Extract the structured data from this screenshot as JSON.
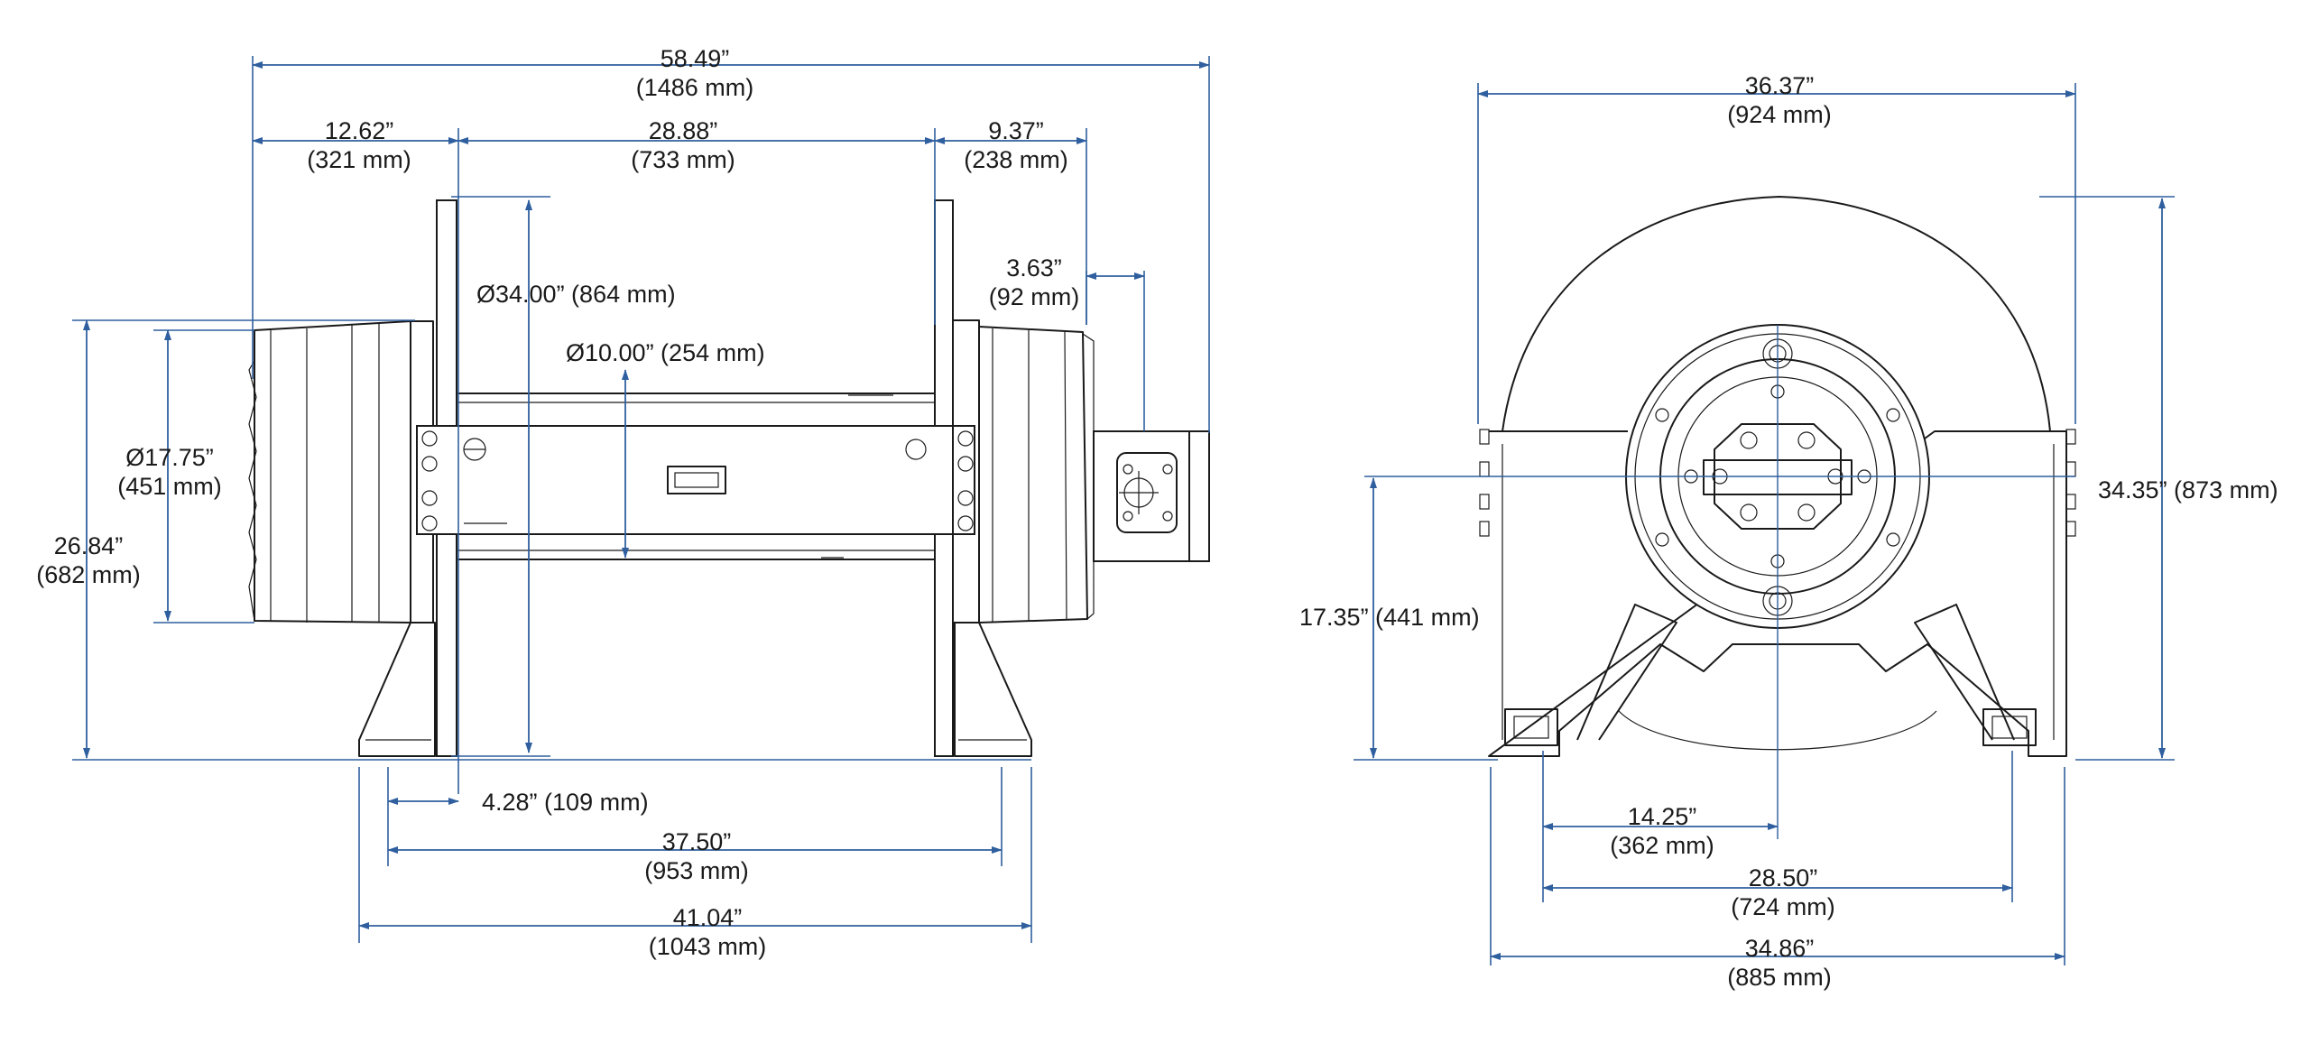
{
  "colors": {
    "dimension": "#2f5f9e",
    "outline": "#1a1a1a",
    "background": "#ffffff"
  },
  "side_view": {
    "overall_length": {
      "in": "58.49”",
      "mm": "(1486 mm)"
    },
    "motor_section": {
      "in": "12.62”",
      "mm": "(321 mm)"
    },
    "drum_length": {
      "in": "28.88”",
      "mm": "(733 mm)"
    },
    "brake_section": {
      "in": "9.37”",
      "mm": "(238 mm)"
    },
    "brake_offset": {
      "in": "3.63”",
      "mm": "(92 mm)"
    },
    "flange_diameter": "Ø34.00” (864 mm)",
    "drum_diameter": "Ø10.00” (254 mm)",
    "motor_diameter": {
      "in": "Ø17.75”",
      "mm": "(451 mm)"
    },
    "overall_height": {
      "in": "26.84”",
      "mm": "(682 mm)"
    },
    "flange_offset": "4.28” (109 mm)",
    "mount_span": {
      "in": "37.50”",
      "mm": "(953 mm)"
    },
    "base_length": {
      "in": "41.04”",
      "mm": "(1043 mm)"
    }
  },
  "end_view": {
    "overall_width": {
      "in": "36.37”",
      "mm": "(924 mm)"
    },
    "overall_height": "34.35” (873 mm)",
    "center_height": "17.35” (441 mm)",
    "half_bolt_span": {
      "in": "14.25”",
      "mm": "(362 mm)"
    },
    "bolt_span": {
      "in": "28.50”",
      "mm": "(724 mm)"
    },
    "base_width": {
      "in": "34.86”",
      "mm": "(885 mm)"
    }
  }
}
